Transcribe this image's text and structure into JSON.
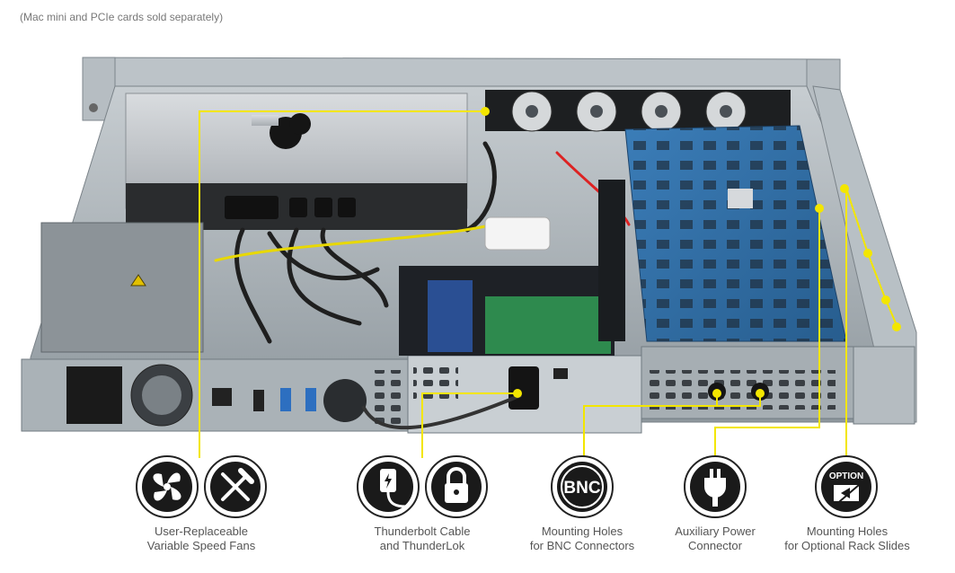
{
  "note": "(Mac mini and PCIe cards sold separately)",
  "colors": {
    "callout": "#f3e600",
    "chassis": "#a4adb3",
    "board": "#2f6ea5",
    "icon": "#1a1a1a"
  },
  "features": [
    {
      "icons": [
        "fan-icon",
        "tools-icon"
      ],
      "line1": "User-Replaceable",
      "line2": "Variable Speed Fans"
    },
    {
      "icons": [
        "thunderbolt-cable-icon",
        "lock-icon"
      ],
      "line1": "Thunderbolt Cable",
      "line2": "and ThunderLok"
    },
    {
      "icons": [
        "bnc-icon"
      ],
      "bnc_text": "BNC",
      "line1": "Mounting Holes",
      "line2": "for BNC Connectors"
    },
    {
      "icons": [
        "power-plug-icon"
      ],
      "line1": "Auxiliary Power",
      "line2": "Connector"
    },
    {
      "icons": [
        "option-rack-icon"
      ],
      "option_text": "OPTION",
      "line1": "Mounting Holes",
      "line2": "for Optional Rack Slides"
    }
  ]
}
